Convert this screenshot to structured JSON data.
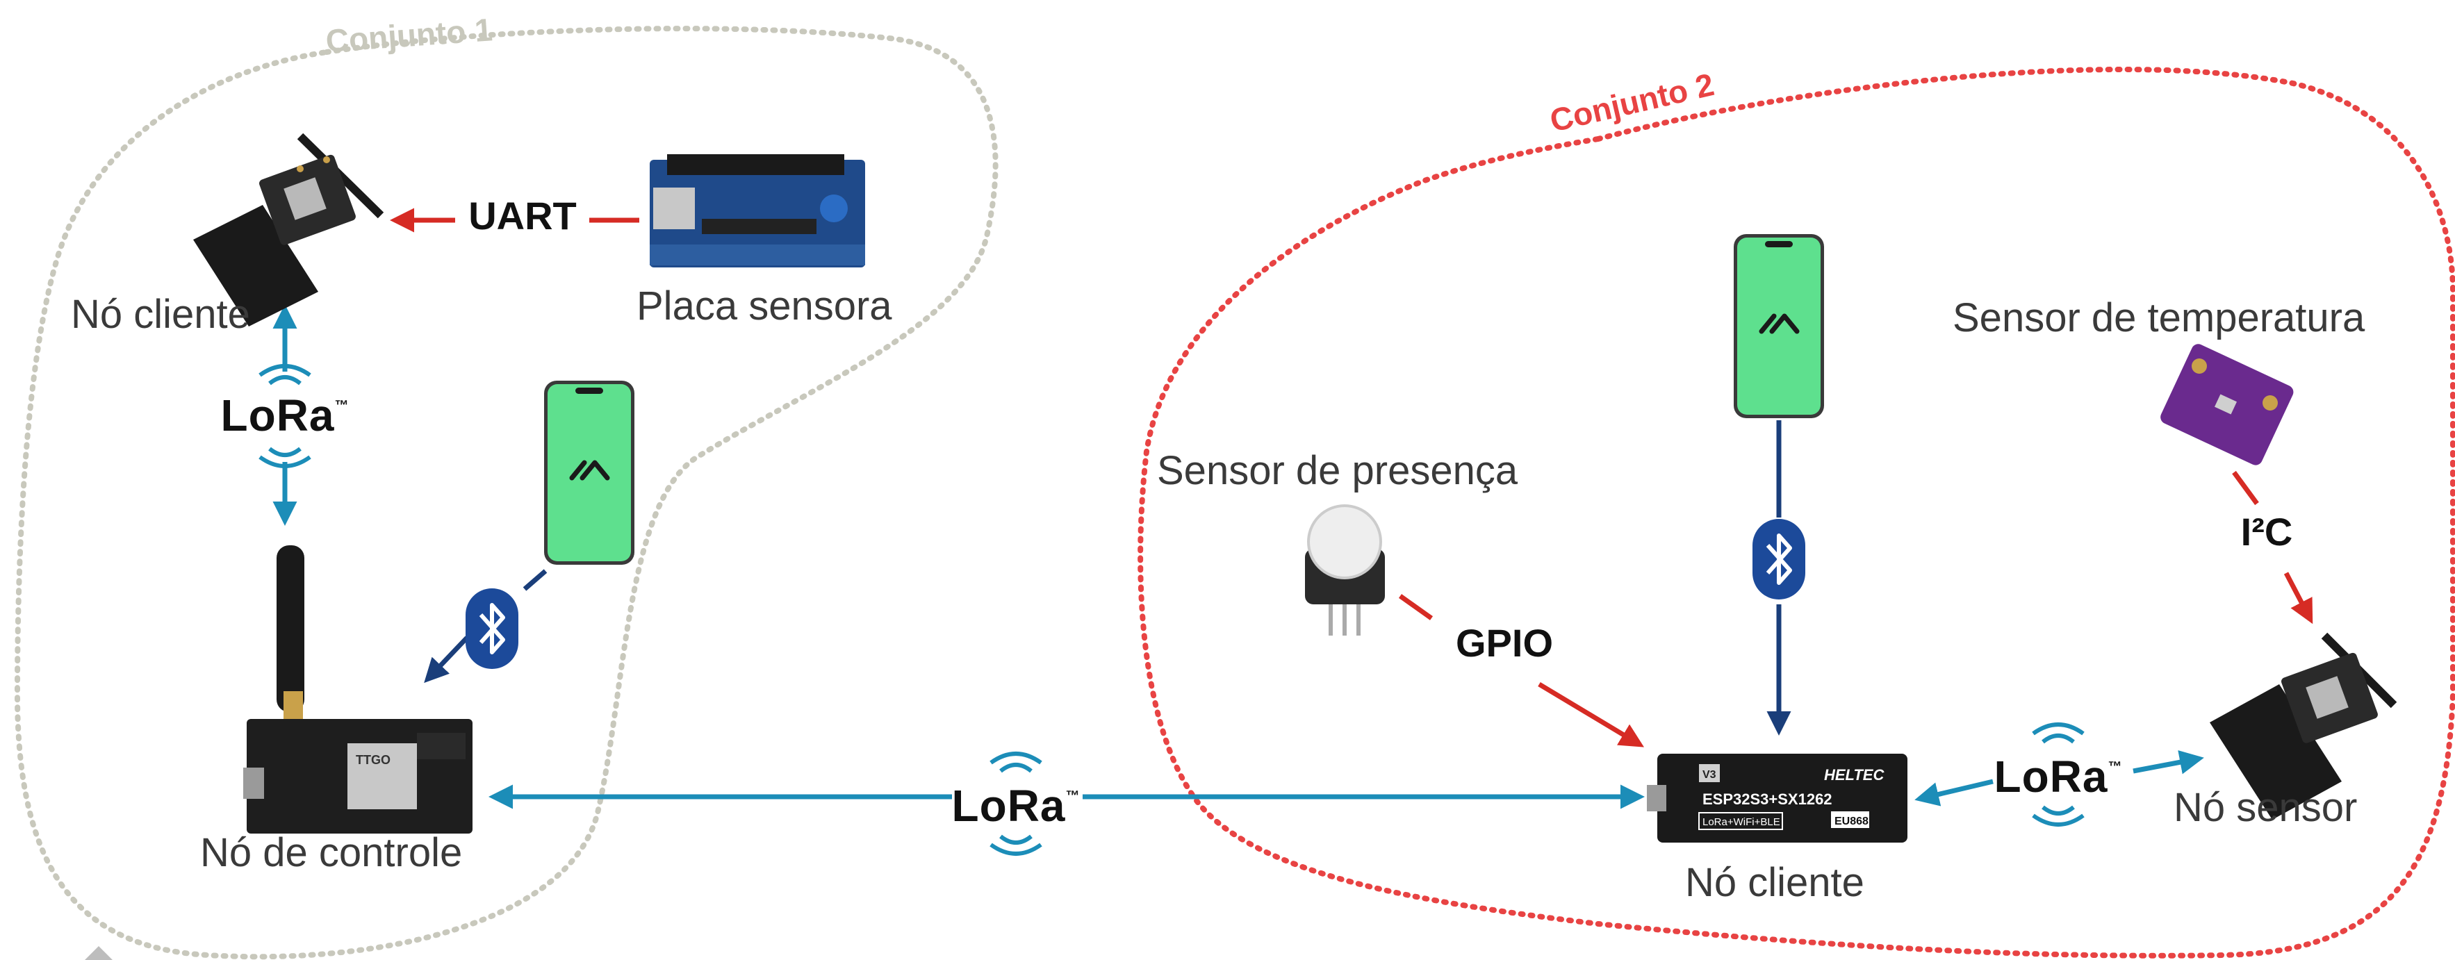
{
  "groups": {
    "group1": {
      "label": "Conjunto 1",
      "color": "#c8c8bc"
    },
    "group2": {
      "label": "Conjunto 2",
      "color": "#e84343"
    }
  },
  "nodes": {
    "client1": {
      "label": "Nó cliente"
    },
    "sensor_board": {
      "label": "Placa sensora"
    },
    "control": {
      "label": "Nó de controle"
    },
    "presence": {
      "label": "Sensor de presença"
    },
    "temperature": {
      "label": "Sensor de temperatura"
    },
    "client2": {
      "label": "Nó cliente"
    },
    "sensor_node": {
      "label": "Nó sensor"
    }
  },
  "links": {
    "uart": "UART",
    "gpio": "GPIO",
    "i2c": "I²C",
    "lora": "LoRa",
    "lora_tm": "™"
  },
  "board_text": {
    "ttgo": "TTGO",
    "heltec": "HELTEC",
    "esp": "ESP32S3+SX1262",
    "lora_wifi": "LoRa+WiFi+BLE",
    "eu": "EU868",
    "v3": "V3"
  },
  "colors": {
    "lora_arrow": "#1c8db8",
    "bt_arrow": "#1a3e7a",
    "wire_arrow": "#d62b24",
    "phone_screen": "#5ee08e",
    "bluetooth": "#1c4a9a"
  }
}
